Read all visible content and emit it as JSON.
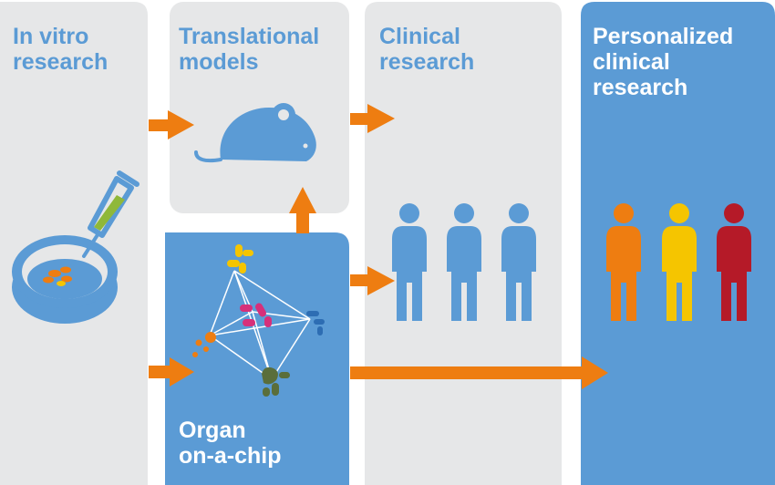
{
  "panels": {
    "in_vitro": "In vitro\nresearch",
    "translational": "Translational\nmodels",
    "clinical": "Clinical\nresearch",
    "personalized": "Personalized\nclinical\nresearch",
    "organ_chip": "Organ\non-a-chip"
  },
  "colors": {
    "panel_gray": "#e6e7e8",
    "panel_blue": "#5b9bd5",
    "arrow": "#ee7d11",
    "person_orange": "#ee7d11",
    "person_yellow": "#f5c500",
    "person_red": "#b51a28"
  },
  "icons": [
    "petri-dish-icon",
    "pipette-icon",
    "mouse-icon",
    "organ-network-icon",
    "person-icon"
  ]
}
